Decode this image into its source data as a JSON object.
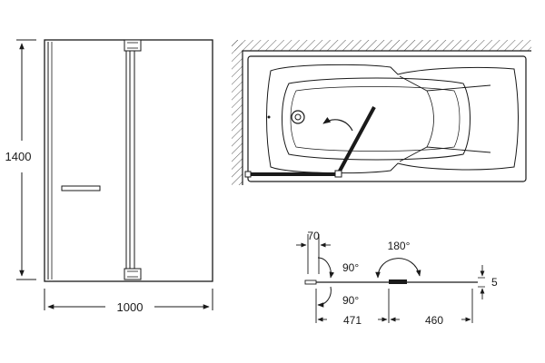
{
  "front_view": {
    "height_mm": "1400",
    "width_mm": "1000"
  },
  "section_view": {
    "offset_mm": "70",
    "fold_angle_up": "90°",
    "fold_angle_down": "90°",
    "swing_angle": "180°",
    "thickness_mm": "5",
    "panel_a_mm": "471",
    "panel_b_mm": "460"
  },
  "colors": {
    "line": "#1a1a1a",
    "hatch": "#555555",
    "background": "#ffffff"
  }
}
